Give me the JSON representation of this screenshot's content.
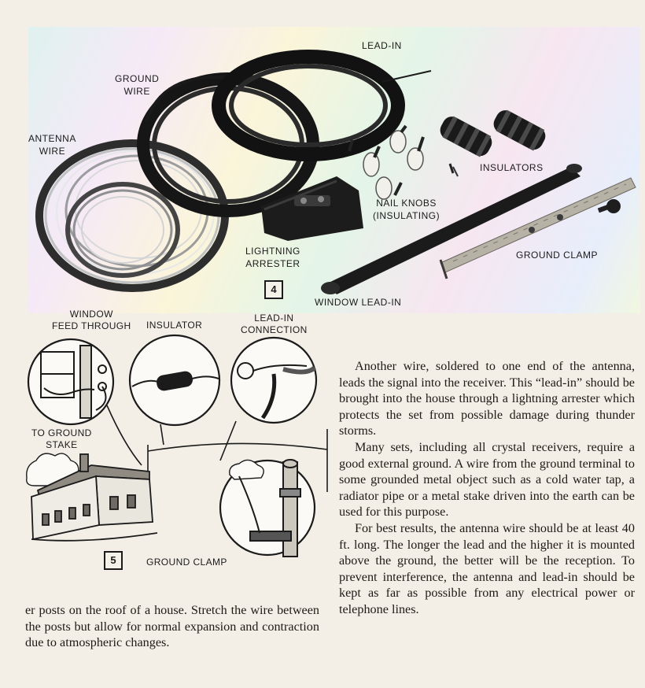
{
  "figure4": {
    "number": "4",
    "labels": {
      "lead_in": "LEAD-IN",
      "ground_wire": "GROUND\nWIRE",
      "antenna_wire": "ANTENNA\nWIRE",
      "insulators": "INSULATORS",
      "nail_knobs": "NAIL KNOBS\n(INSULATING)",
      "lightning_arrester": "LIGHTNING\nARRESTER",
      "ground_clamp": "GROUND CLAMP",
      "window_lead_in": "WINDOW LEAD-IN"
    }
  },
  "figure5": {
    "number": "5",
    "labels": {
      "window_feed_through": "WINDOW\nFEED THROUGH",
      "insulator": "INSULATOR",
      "lead_in_connection": "LEAD-IN\nCONNECTION",
      "to_ground_stake": "TO GROUND\nSTAKE",
      "ground_clamp": "GROUND CLAMP"
    }
  },
  "text": {
    "right_paragraphs": [
      "Another wire, soldered to one end of the antenna, leads the signal into the receiver. This “lead-in” should be brought into the house through a lightning arrester which protects the set from possible damage during thunder storms.",
      "Many sets, including all crystal receivers, require a good external ground. A wire from the ground terminal to some grounded metal object such as a cold water tap, a radiator pipe or a metal stake driven into the earth can be used for this purpose.",
      "For best results, the antenna wire should be at least 40 ft. long. The longer the lead and the higher it is mounted above the ground, the better will be the reception. To prevent interference, the antenna and lead-in should be kept as far as possible from any electrical power or telephone lines."
    ],
    "left_paragraph": "er posts on the roof of a house. Stretch the wire between the posts but allow for normal expansion and contraction due to atmospheric changes."
  }
}
